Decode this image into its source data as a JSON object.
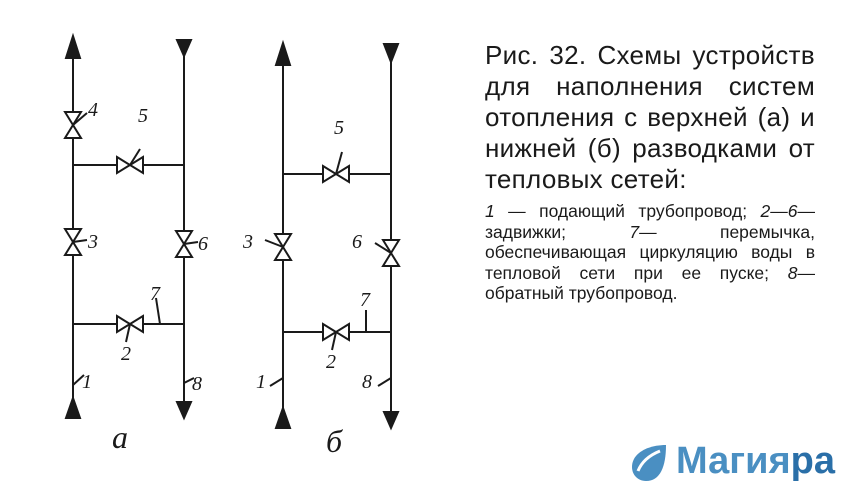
{
  "figure": {
    "caption_title": "Рис. 32. Схемы устройств для наполнения систем отопления с верхней (а) и нижней (б) разводками от тепловых сетей:",
    "legend_parts": [
      {
        "text": "1",
        "italic": true
      },
      {
        "text": " — подающий трубопровод; ",
        "italic": false
      },
      {
        "text": "2—6",
        "italic": true
      },
      {
        "text": "— задвижки; ",
        "italic": false
      },
      {
        "text": "7",
        "italic": true
      },
      {
        "text": "— перемычка, обеспечивающая циркуляцию воды в тепловой сети при ее пуске; ",
        "italic": false
      },
      {
        "text": "8",
        "italic": true
      },
      {
        "text": "— обратный трубопровод.",
        "italic": false
      }
    ]
  },
  "scheme_a": {
    "label": "а",
    "callouts": {
      "n1": "1",
      "n2": "2",
      "n3": "3",
      "n4": "4",
      "n5": "5",
      "n6": "6",
      "n7": "7",
      "n8": "8"
    }
  },
  "scheme_b": {
    "label": "б",
    "callouts": {
      "n1": "1",
      "n2": "2",
      "n3": "3",
      "n5": "5",
      "n6": "6",
      "n7": "7",
      "n8": "8"
    }
  },
  "watermark": {
    "text_main": "Магия",
    "text_accent": "ра",
    "color_main": "#4a8fc2",
    "color_accent": "#2a6fa8"
  }
}
